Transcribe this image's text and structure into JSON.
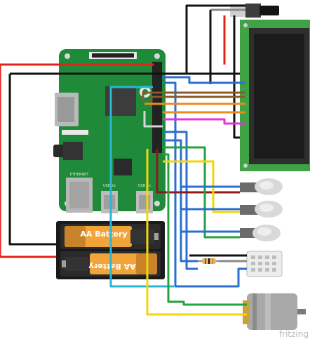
{
  "diagram": {
    "board": {
      "name": "Raspberry Pi",
      "color": "#1f8a3a"
    },
    "labels": {
      "ethernet": "ETHERNET",
      "usb_left": "USB 2x",
      "usb_right": "USB 2x",
      "battery_top": "AA Battery",
      "battery_bottom": "AA Battery"
    },
    "components": [
      "potentiometer",
      "lcd-display",
      "led-1",
      "led-2",
      "led-3",
      "dht-sensor",
      "resistor",
      "dc-motor",
      "battery-pack"
    ],
    "wire_colors": {
      "red": "#e3231b",
      "black": "#111111",
      "blue": "#2b6fcf",
      "cyan": "#29b7d4",
      "brown": "#8b5a2b",
      "orange": "#ef8a1e",
      "magenta": "#e533d6",
      "green": "#23a33d",
      "yellow": "#f2d60c",
      "gray": "#8a8a8a",
      "darkred": "#8b1a1a"
    },
    "watermark": "fritzing"
  }
}
